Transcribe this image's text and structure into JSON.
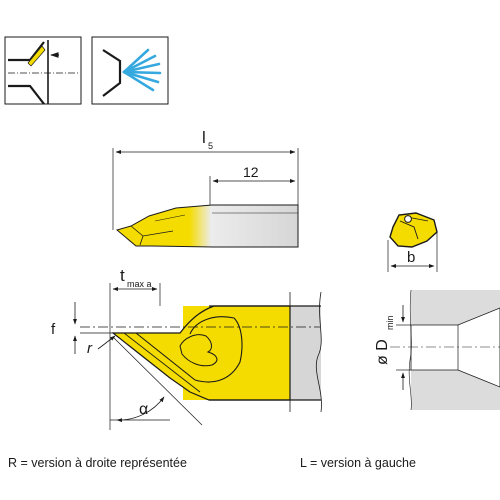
{
  "labels": {
    "l5_main": "l",
    "l5_sub": "5",
    "dim_12": "12",
    "b": "b",
    "t_main": "t",
    "t_sub": "max a",
    "f": "f",
    "r": "r",
    "alpha": "α",
    "d_main": "ø D",
    "d_sub": "min"
  },
  "captions": {
    "right_version": "R = version à droite représentée",
    "left_version": "L = version à gauche"
  },
  "colors": {
    "yellow": "#f5dc00",
    "shank": "#d9d9d9",
    "bore": "#dcdcdc",
    "coolant": "#35a9df",
    "line": "#1a1a1a"
  },
  "icons": [
    "boring-position-icon",
    "internal-coolant-icon"
  ]
}
